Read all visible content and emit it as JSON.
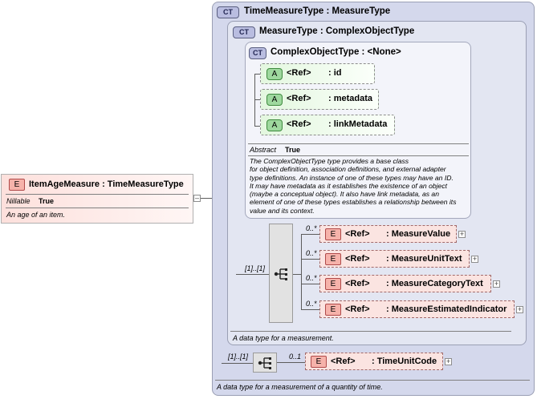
{
  "root_element": {
    "badge": "E",
    "title": "ItemAgeMeasure : TimeMeasureType",
    "prop_label": "Nillable",
    "prop_value": "True",
    "doc": "An age of an item."
  },
  "type_time_measure": {
    "badge": "CT",
    "title": "TimeMeasureType : MeasureType",
    "doc": "A data type for a measurement of a quantity of time.",
    "seq_occurrence": "[1]..[1]",
    "child": {
      "occurrence": "0..1",
      "badge": "E",
      "ref": "<Ref>",
      "name": ": TimeUnitCode"
    }
  },
  "type_measure": {
    "badge": "CT",
    "title": "MeasureType : ComplexObjectType",
    "doc": "A data type for a measurement.",
    "seq_occurrence": "[1]..[1]",
    "elements": [
      {
        "occurrence": "0..*",
        "badge": "E",
        "ref": "<Ref>",
        "name": ": MeasureValue"
      },
      {
        "occurrence": "0..*",
        "badge": "E",
        "ref": "<Ref>",
        "name": ": MeasureUnitText"
      },
      {
        "occurrence": "0..*",
        "badge": "E",
        "ref": "<Ref>",
        "name": ": MeasureCategoryText"
      },
      {
        "occurrence": "0..*",
        "badge": "E",
        "ref": "<Ref>",
        "name": ": MeasureEstimatedIndicator"
      }
    ]
  },
  "type_complex_object": {
    "badge": "CT",
    "title": "ComplexObjectType : <None>",
    "attributes": [
      {
        "badge": "A",
        "ref": "<Ref>",
        "name": ": id"
      },
      {
        "badge": "A",
        "ref": "<Ref>",
        "name": ": metadata"
      },
      {
        "badge": "A",
        "ref": "<Ref>",
        "name": ": linkMetadata"
      }
    ],
    "prop_label": "Abstract",
    "prop_value": "True",
    "doc_lines": [
      "The ComplexObjectType type provides a base class",
      "for object definition, association definitions, and external adapter",
      "type definitions. An instance of one of these types may have an ID.",
      "It may have metadata as it establishes the existence of an object",
      "(maybe a conceptual object). It also have link metadata, as an",
      "element of one of these types establishes a relationship between its",
      "value and its context."
    ]
  },
  "icons": {
    "expand": "plus-icon",
    "collapse": "minus-icon",
    "sequence": "sequence-compositor-icon",
    "type_marker": "complex-type-icon"
  },
  "colors": {
    "outer_type_bg": "#d4d8ec",
    "inner_type_bg": "#f3f4fa",
    "attribute_fill": "#e3f7df",
    "element_fill": "#fbe4e1",
    "root_element_fill": "#fdecea"
  }
}
